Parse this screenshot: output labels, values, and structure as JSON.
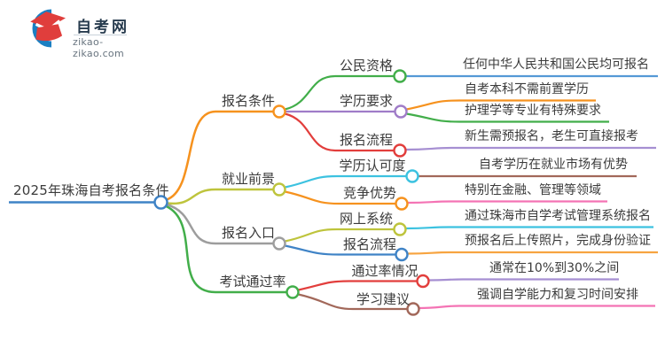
{
  "logo": {
    "title": "自考网",
    "domain": "zikao-zikao.com",
    "cap_color": "#e03e3c",
    "swoosh_color": "#1b7fc2"
  },
  "mindmap": {
    "root": {
      "label": "2025年珠海自考报名条件",
      "color": "#3f83c6"
    },
    "branches": [
      {
        "label": "报名条件",
        "color": "#f6921e",
        "children": [
          {
            "label": "公民资格",
            "color": "#42ae4a",
            "leaves": [
              {
                "label": "任何中华人民共和国公民均可报名",
                "color": "#5599d6"
              }
            ]
          },
          {
            "label": "学历要求",
            "color": "#a07cc8",
            "leaves": [
              {
                "label": "自考本科不需前置学历",
                "color": "#f6921e"
              },
              {
                "label": "护理学等专业有特殊要求",
                "color": "#42ae4a"
              }
            ]
          },
          {
            "label": "报名流程",
            "color": "#e23e3c",
            "leaves": [
              {
                "label": "新生需预报名，老生可直接报考",
                "color": "#a68fd2"
              }
            ]
          }
        ]
      },
      {
        "label": "就业前景",
        "color": "#bec43c",
        "children": [
          {
            "label": "学历认可度",
            "color": "#3cc2e0",
            "leaves": [
              {
                "label": "自考学历在就业市场有优势",
                "color": "#a2685a"
              }
            ]
          },
          {
            "label": "竞争优势",
            "color": "#f6921e",
            "leaves": [
              {
                "label": "特别在金融、管理等领域",
                "color": "#f473b4"
              }
            ]
          }
        ]
      },
      {
        "label": "报名入口",
        "color": "#9d9d9d",
        "children": [
          {
            "label": "网上系统",
            "color": "#bec43c",
            "leaves": [
              {
                "label": "通过珠海市自学考试管理系统报名",
                "color": "#3cc2e0"
              }
            ]
          },
          {
            "label": "报名流程",
            "color": "#3f83c6",
            "leaves": [
              {
                "label": "预报名后上传照片，完成身份验证",
                "color": "#f7a440"
              }
            ]
          }
        ]
      },
      {
        "label": "考试通过率",
        "color": "#42ae4a",
        "children": [
          {
            "label": "通过率情况",
            "color": "#e23e3c",
            "leaves": [
              {
                "label": "通常在10%到30%之间",
                "color": "#a68fd2"
              }
            ]
          },
          {
            "label": "学习建议",
            "color": "#a2685a",
            "leaves": [
              {
                "label": "强调自学能力和复习时间安排",
                "color": "#f473b4"
              }
            ]
          }
        ]
      }
    ]
  }
}
